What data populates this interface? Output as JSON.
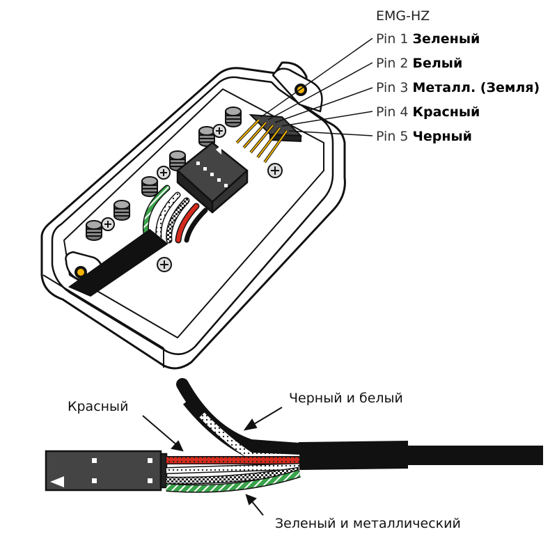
{
  "header": {
    "model": "EMG-HZ"
  },
  "pins": [
    {
      "pin": "Pin 1",
      "color": "Зеленый"
    },
    {
      "pin": "Pin 2",
      "color": "Белый"
    },
    {
      "pin": "Pin 3",
      "color": "Металл. (Земля)"
    },
    {
      "pin": "Pin 4",
      "color": "Красный"
    },
    {
      "pin": "Pin 5",
      "color": "Черный"
    }
  ],
  "cable_labels": {
    "red": "Красный",
    "black_white": "Черный и белый",
    "green_metal": "Зеленый и металлический"
  },
  "colors": {
    "red": "#d52b1e",
    "green": "#3aa34a",
    "black": "#111111",
    "gold": "#f2b400"
  }
}
